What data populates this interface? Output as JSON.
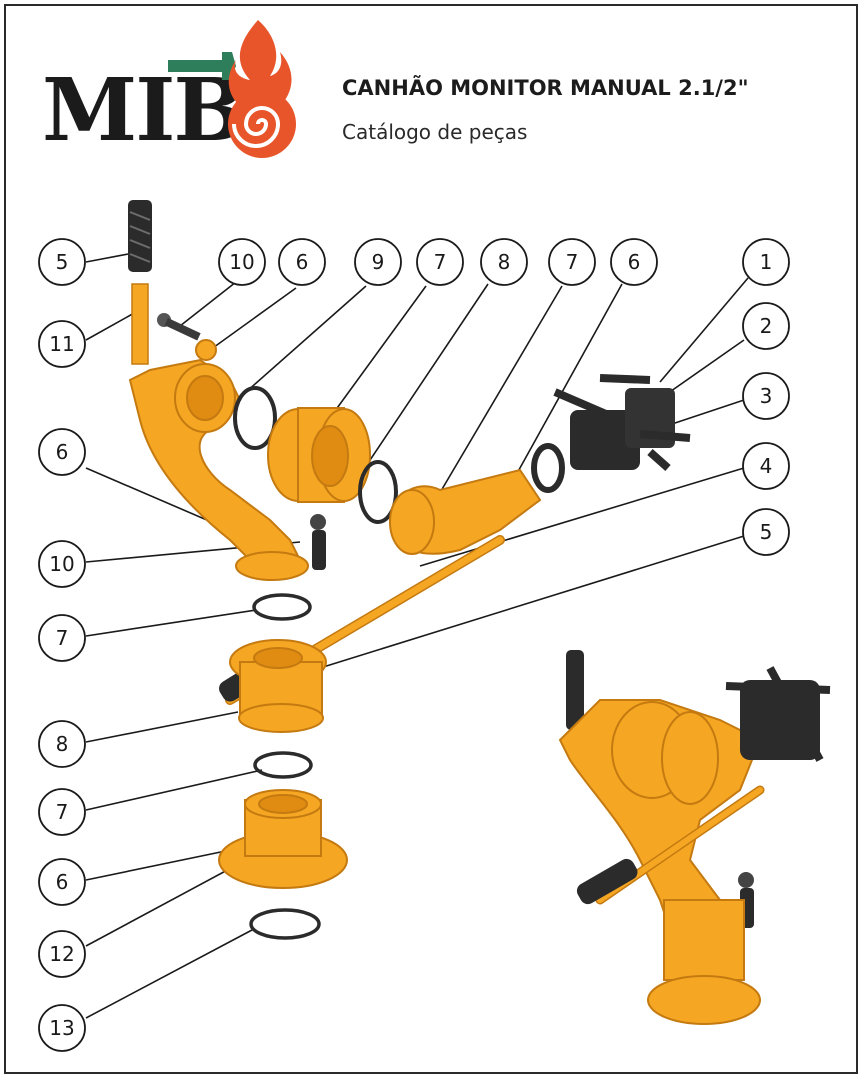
{
  "header": {
    "logo_text": "MIB",
    "title": "CANHÃO MONITOR MANUAL 2.1/2\"",
    "subtitle": "Catálogo de peças"
  },
  "colors": {
    "part_orange": "#f5a623",
    "part_orange_dark": "#c47a10",
    "rubber_black": "#2b2b2b",
    "logo_green": "#2e7d5b",
    "logo_flame": "#e8552a",
    "line": "#1a1a1a"
  },
  "callouts": {
    "c5a": "5",
    "c11": "11",
    "c10a": "10",
    "c6a": "6",
    "c9": "9",
    "c7a": "7",
    "c8a": "8",
    "c7b": "7",
    "c6b": "6",
    "c1": "1",
    "c2": "2",
    "c3": "3",
    "c6c": "6",
    "c4": "4",
    "c10b": "10",
    "c5b": "5",
    "c7c": "7",
    "c8b": "8",
    "c7d": "7",
    "c6d": "6",
    "c12": "12",
    "c13": "13"
  }
}
